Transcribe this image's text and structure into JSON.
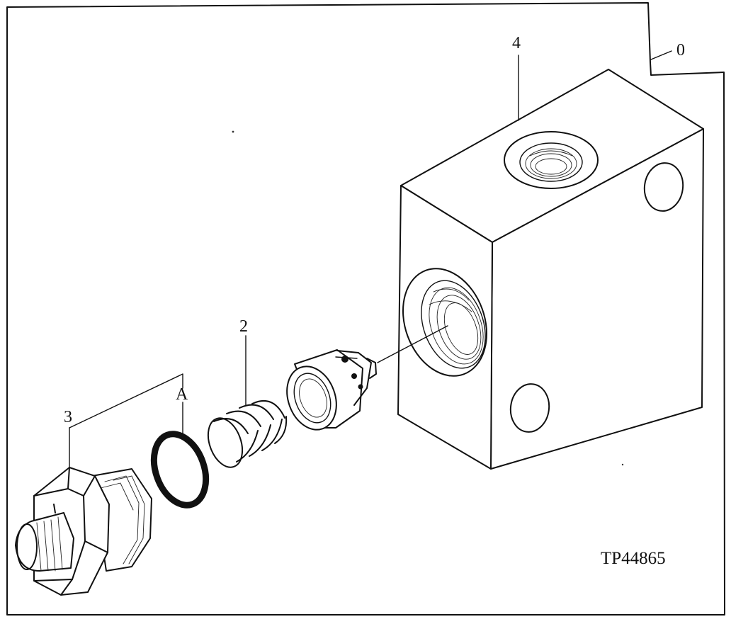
{
  "labels": {
    "assembly": "0",
    "part_1_housing": "4",
    "part_2_spring": "2",
    "part_3_plug": "3",
    "part_a_oring": "A"
  },
  "figure_code": "TP44865",
  "colors": {
    "ink": "#111111",
    "paper": "#ffffff"
  }
}
